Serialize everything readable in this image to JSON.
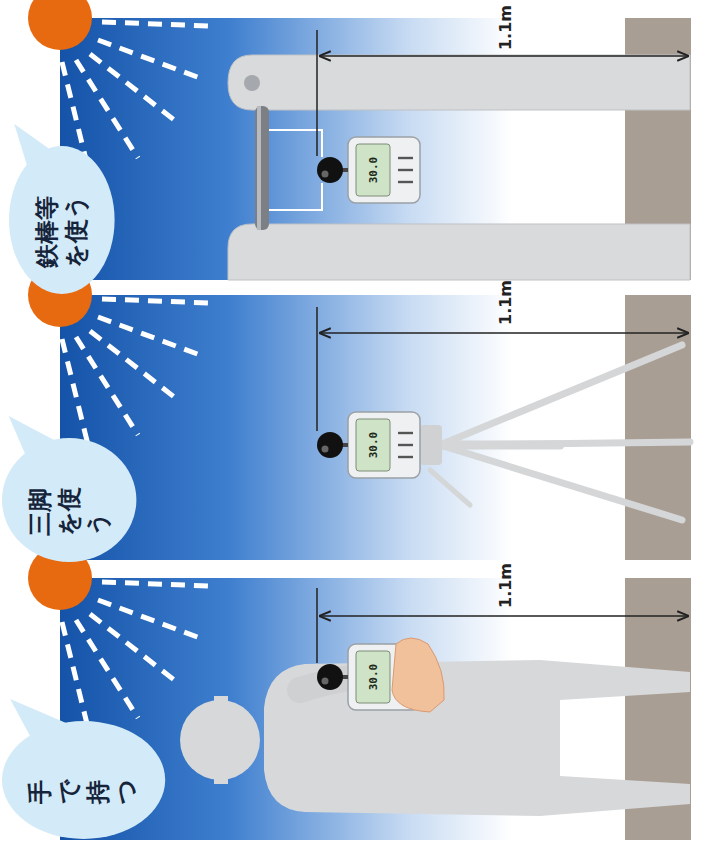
{
  "diagram": {
    "nodes": [
      {
        "text": [
          "鉄棒等を使う"
        ]
      },
      {
        "text": [
          "三脚を使う"
        ]
      },
      {
        "text": [
          "手で持つ"
        ]
      }
    ],
    "labels": [
      "1.1m",
      "30.0",
      "1.1m",
      "30.0",
      "1.1m",
      "30.0"
    ]
  }
}
